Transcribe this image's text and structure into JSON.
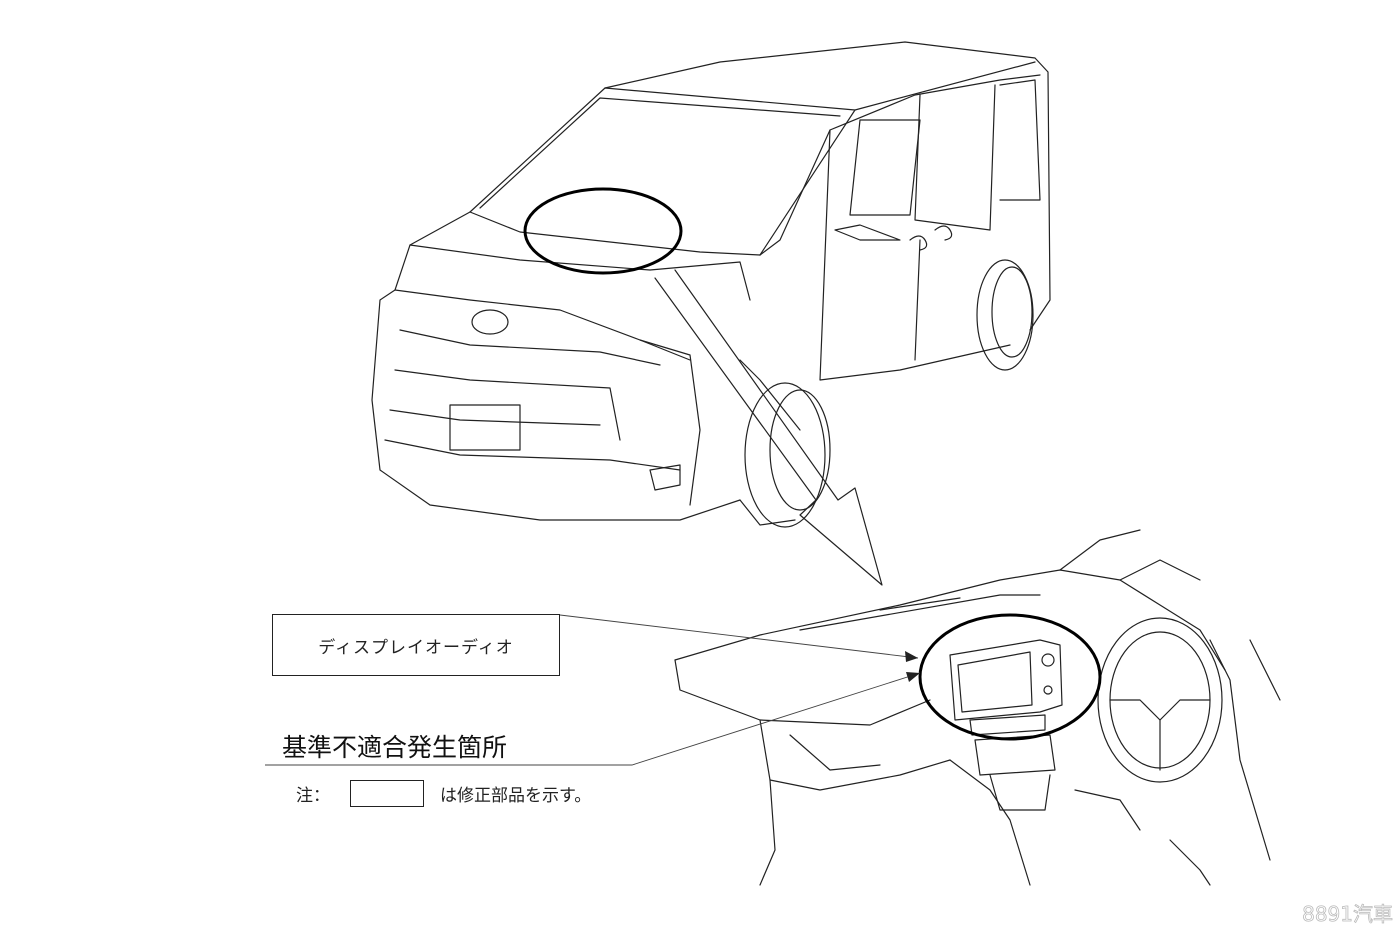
{
  "part_label": "ディスプレイオーディオ",
  "heading": "基準不適合発生箇所",
  "note": {
    "prefix": "注：",
    "suffix": "は修正部品を示す。"
  },
  "watermark": "8891汽車"
}
